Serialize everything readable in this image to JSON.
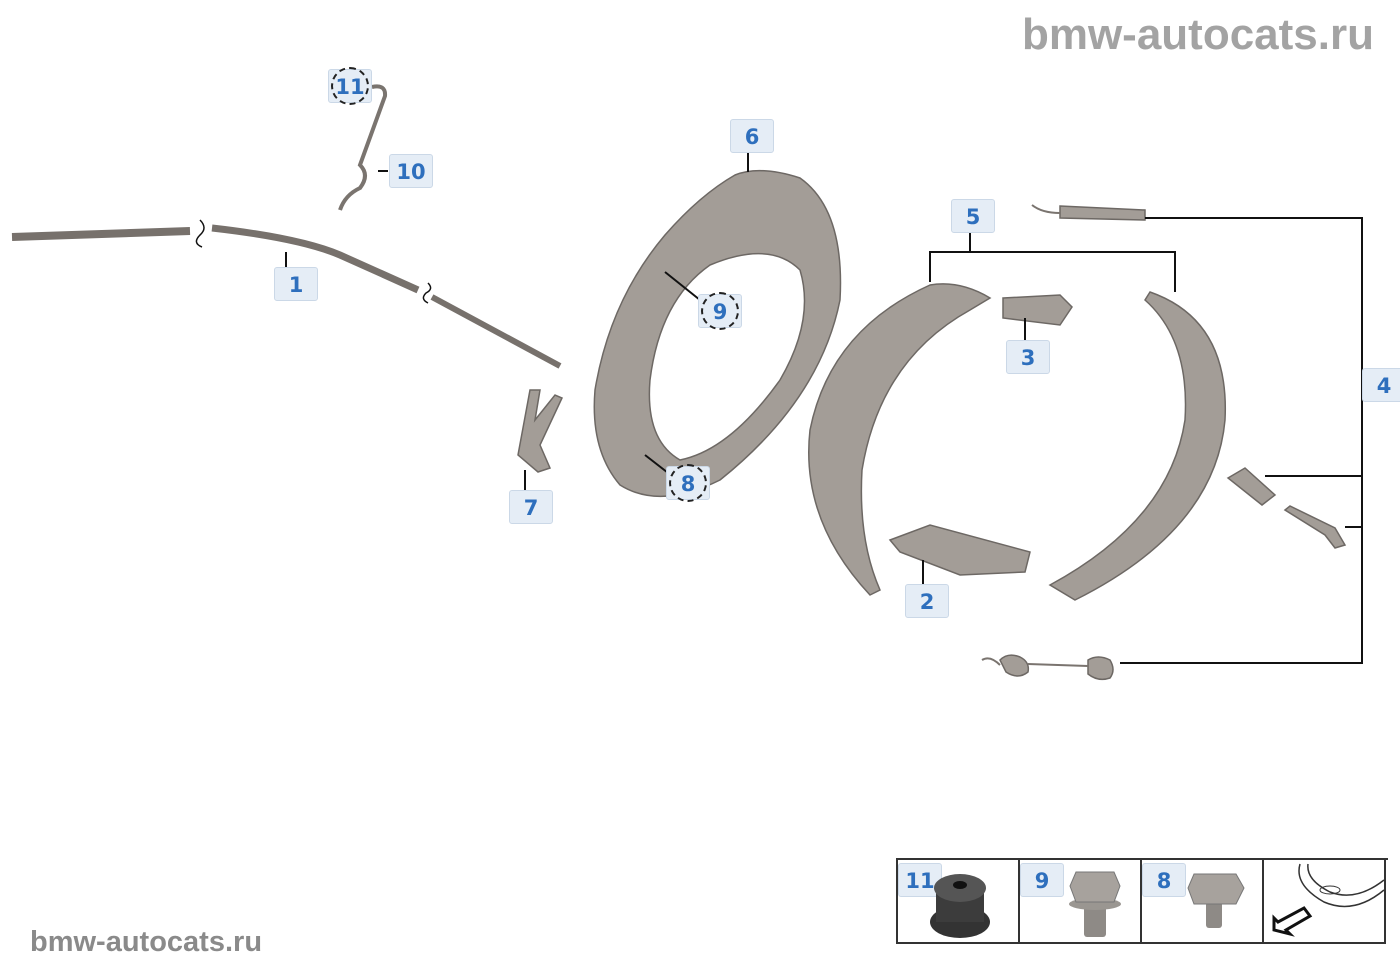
{
  "watermark_top": "bmw-autocats.ru",
  "watermark_bottom": "bmw-autocats.ru",
  "colors": {
    "label_text": "#2e6fbd",
    "label_bg": "#e5edf6",
    "part_fill": "#a39d97",
    "watermark": "#a3a3a3"
  },
  "callouts": {
    "c1": "1",
    "c2": "2",
    "c3": "3",
    "c4": "4",
    "c5": "5",
    "c6": "6",
    "c7": "7",
    "c8": "8",
    "c9": "9",
    "c10": "10",
    "c11": "11"
  },
  "legend": [
    {
      "number": "11",
      "part": "rubber-grommet"
    },
    {
      "number": "9",
      "part": "flanged-hex-bolt"
    },
    {
      "number": "8",
      "part": "hex-bolt"
    }
  ],
  "legend_icon": "car-front-direction-arrow"
}
